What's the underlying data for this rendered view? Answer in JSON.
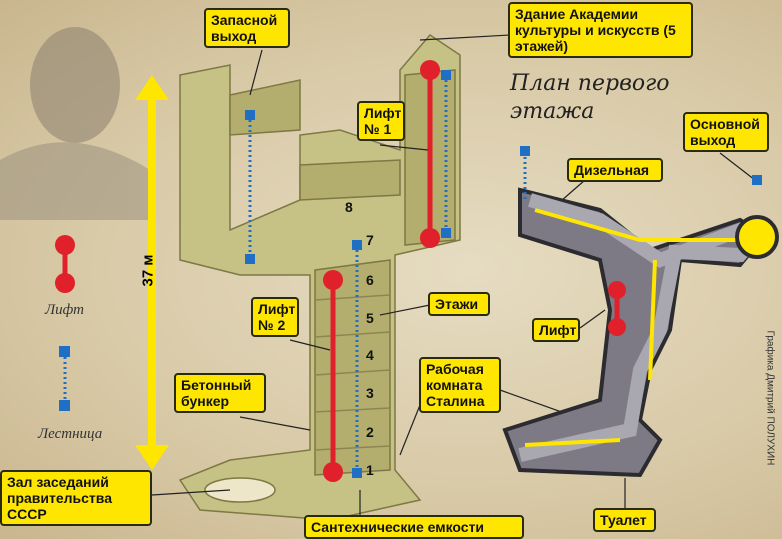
{
  "title": "План первого этажа",
  "legend": {
    "lift": "Лифт",
    "stairs": "Лестница"
  },
  "height_label": "37 м",
  "labels": {
    "reserve_exit": "Запасной выход",
    "academy": "Здание Академии культуры и искусств (5 этажей)",
    "lift1": "Лифт № 1",
    "main_exit": "Основной выход",
    "diesel": "Дизельная",
    "floors": "Этажи",
    "lift2": "Лифт № 2",
    "lift_plan": "Лифт",
    "bunker": "Бетонный бункер",
    "stalin_room": "Рабочая комната Сталина",
    "hall": "Зал заседаний правительства СССР",
    "toilet": "Туалет",
    "tanks": "Сантехнические емкости"
  },
  "floor_numbers": [
    "8",
    "7",
    "6",
    "5",
    "4",
    "3",
    "2",
    "1"
  ],
  "credit": "Графика Дмитрий ПОЛУХИН",
  "colors": {
    "label": "#ffe600",
    "lift": "#e0202a",
    "stairs": "#1f6fc4",
    "building": "#c6c184",
    "plan": "#7d7a86"
  }
}
